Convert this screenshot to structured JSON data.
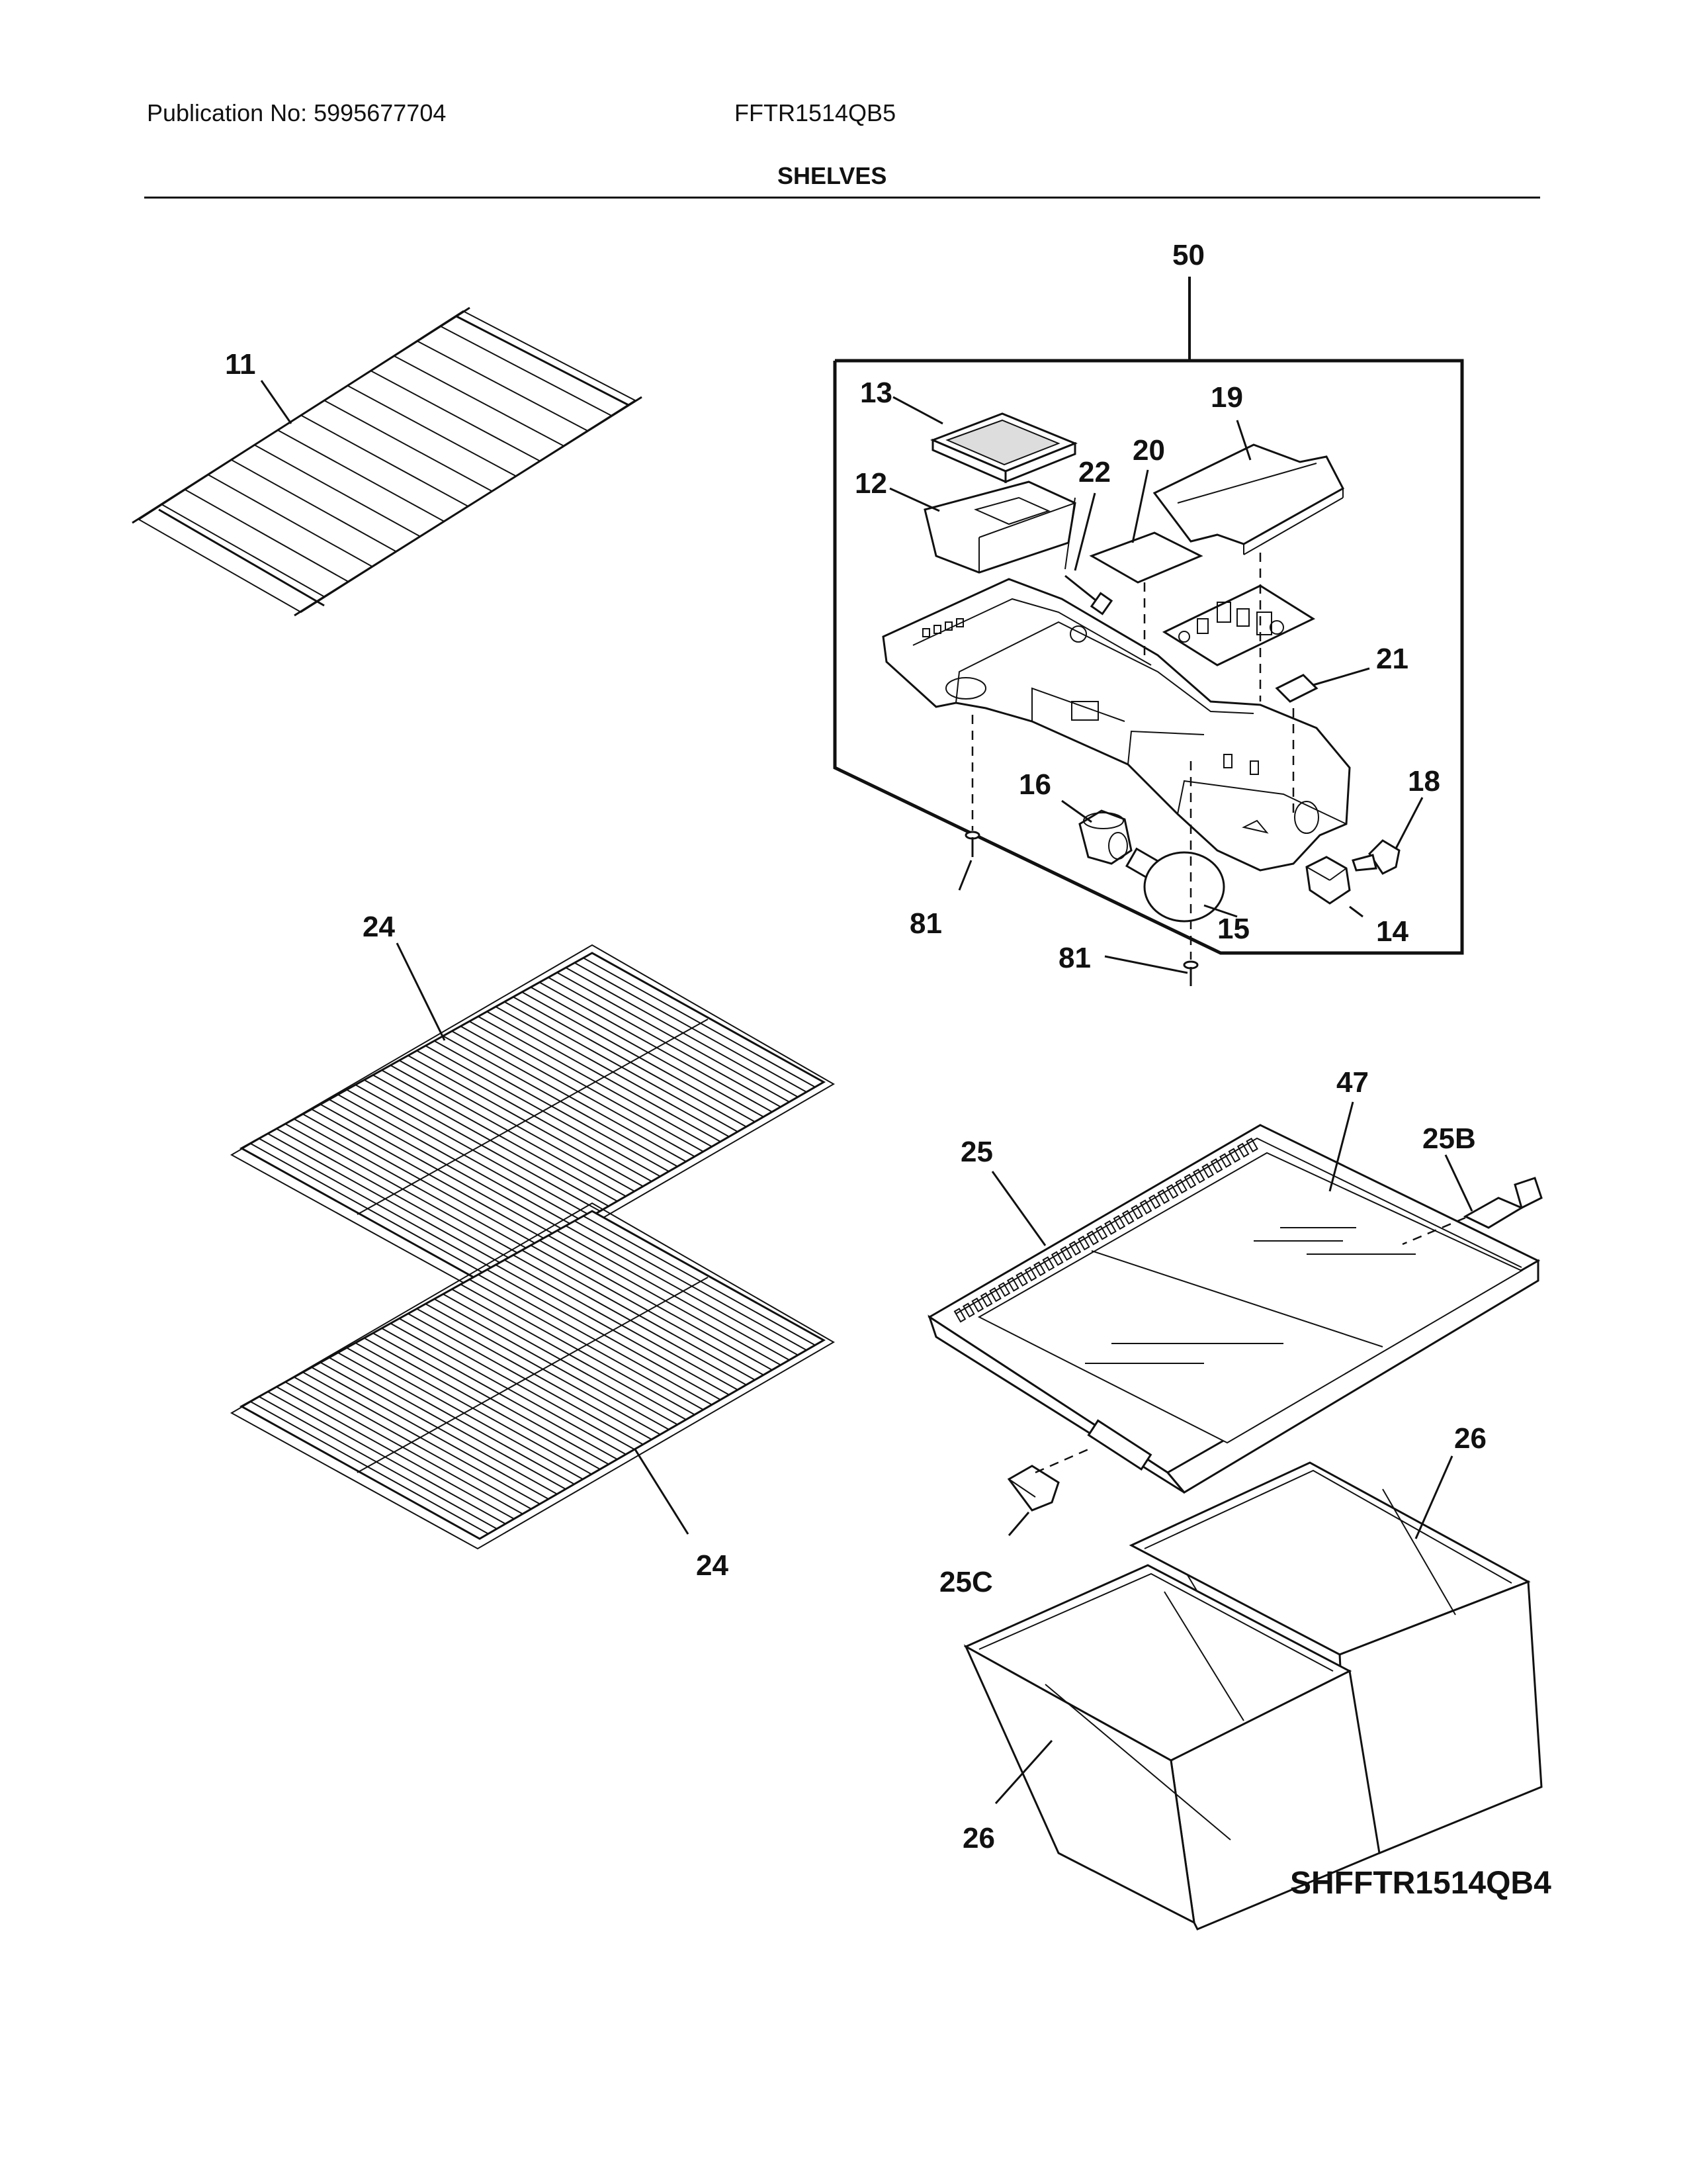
{
  "header": {
    "publication": "Publication No: 5995677704",
    "model": "FFTR1514QB5",
    "section": "SHELVES"
  },
  "diagram_code": "SHFFTR1514QB4",
  "callouts": {
    "c11": "11",
    "c50": "50",
    "c13": "13",
    "c19": "19",
    "c20": "20",
    "c22": "22",
    "c12": "12",
    "c21": "21",
    "c16": "16",
    "c18": "18",
    "c81a": "81",
    "c15": "15",
    "c14": "14",
    "c81b": "81",
    "c24a": "24",
    "c47": "47",
    "c25": "25",
    "c25b": "25B",
    "c24b": "24",
    "c26a": "26",
    "c25c": "25C",
    "c26b": "26"
  }
}
